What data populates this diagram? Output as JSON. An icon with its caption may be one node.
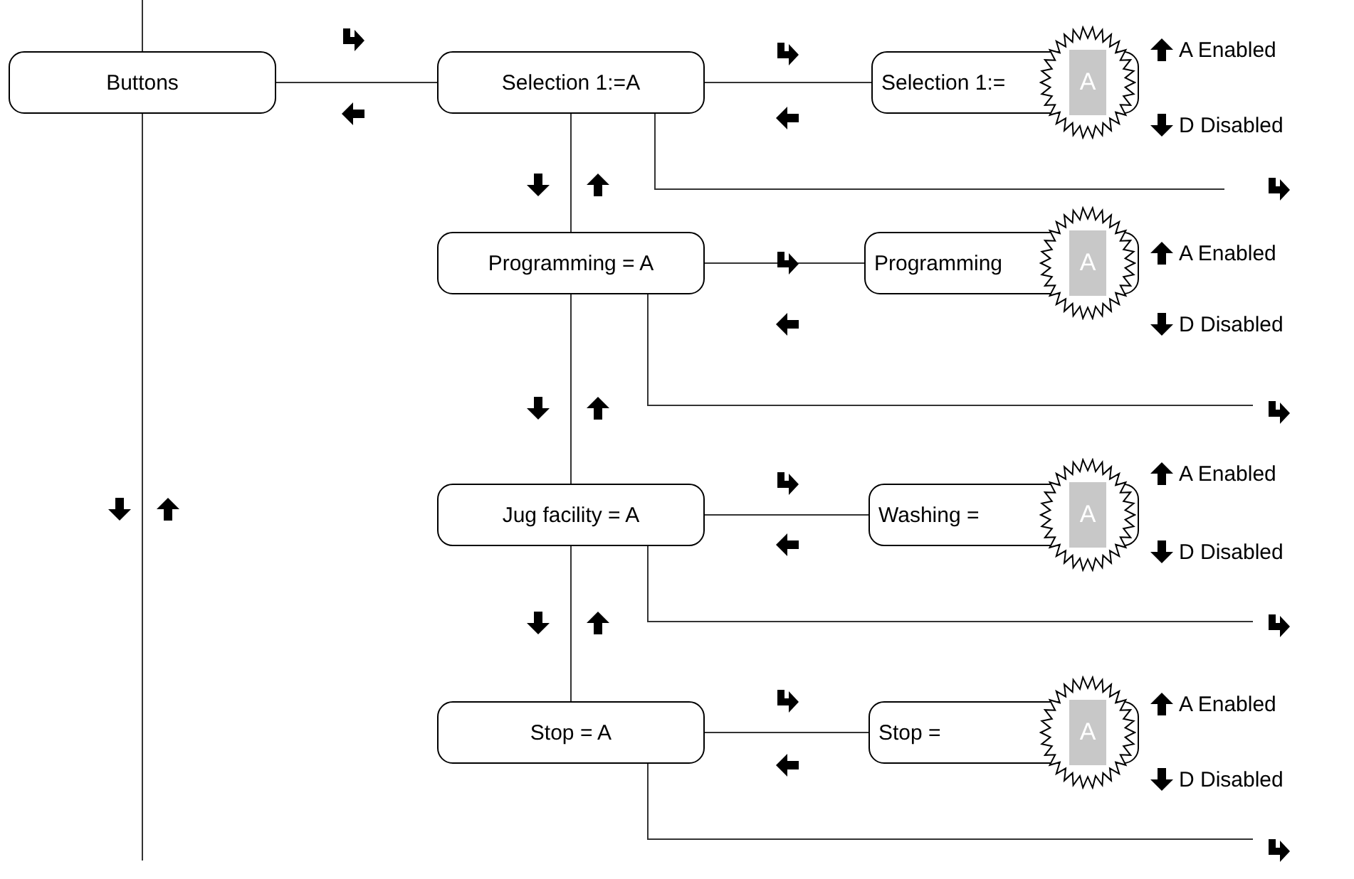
{
  "diagram": {
    "nodes": [
      {
        "text": [
          "Buttons"
        ]
      },
      {
        "text": [
          "Selection 1:=A"
        ]
      },
      {
        "text": [
          "Selection 1:="
        ]
      },
      {
        "text": [
          "A"
        ]
      },
      {
        "text": [
          "Programming = A"
        ]
      },
      {
        "text": [
          "Programming"
        ]
      },
      {
        "text": [
          "A"
        ]
      },
      {
        "text": [
          "Jug facility = A"
        ]
      },
      {
        "text": [
          "Washing ="
        ]
      },
      {
        "text": [
          "A"
        ]
      },
      {
        "text": [
          "Stop = A"
        ]
      },
      {
        "text": [
          "Stop ="
        ]
      },
      {
        "text": [
          "A"
        ]
      }
    ],
    "edges": [
      {
        "from": null,
        "to": 0,
        "arrow": "none"
      },
      {
        "from": 0,
        "to": null,
        "arrow": "none"
      },
      {
        "from": 0,
        "to": 1,
        "arrow": "none"
      },
      {
        "from": 1,
        "to": 2,
        "arrow": "none"
      },
      {
        "from": 1,
        "to": 4,
        "arrow": "none"
      },
      {
        "from": 1,
        "to": null,
        "arrow": "none"
      },
      {
        "from": 4,
        "to": 5,
        "arrow": "none"
      },
      {
        "from": 4,
        "to": 7,
        "arrow": "none"
      },
      {
        "from": 4,
        "to": null,
        "arrow": "none"
      },
      {
        "from": 7,
        "to": 8,
        "arrow": "none"
      },
      {
        "from": 7,
        "to": 10,
        "arrow": "none"
      },
      {
        "from": 7,
        "to": null,
        "arrow": "none"
      },
      {
        "from": 10,
        "to": 11,
        "arrow": "none"
      },
      {
        "from": 10,
        "to": null,
        "arrow": "none"
      }
    ],
    "labels": [
      "A Enabled",
      "D Disabled",
      "A Enabled",
      "D Disabled",
      "A Enabled",
      "D Disabled",
      "A Enabled",
      "D Disabled"
    ]
  }
}
